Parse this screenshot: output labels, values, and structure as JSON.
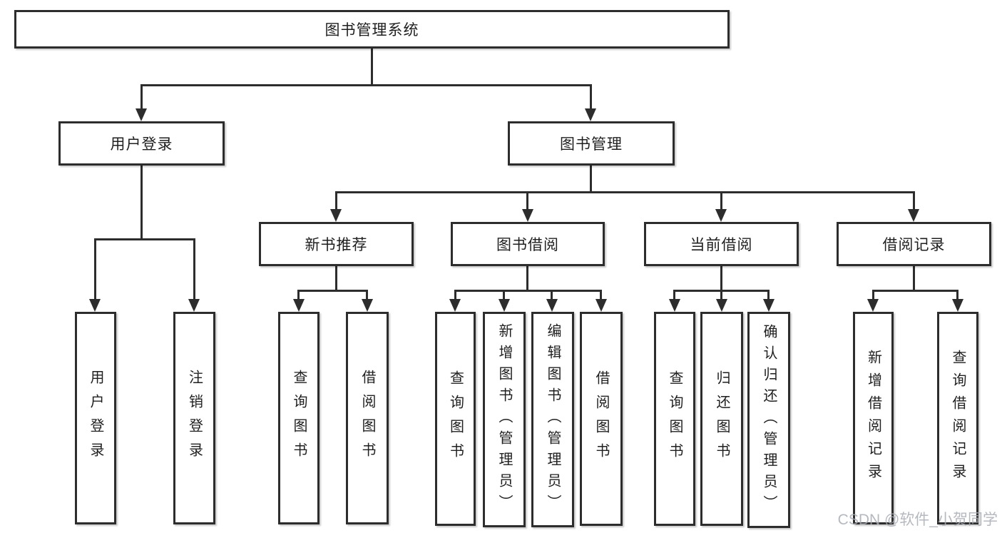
{
  "colors": {
    "line": "#2d2d2d",
    "text": "#1f1f1f",
    "watermark_color": "#a9adb5",
    "background": "#ffffff"
  },
  "nodes": {
    "root": "图书管理系统",
    "level2": [
      "用户登录",
      "图书管理"
    ],
    "level3": [
      "新书推荐",
      "图书借阅",
      "当前借阅",
      "借阅记录"
    ],
    "leaves_user_login": [
      "用户登录",
      "注销登录"
    ],
    "leaves_new_book": [
      "查询图书",
      "借阅图书"
    ],
    "leaves_book_borrow": [
      "查询图书",
      "新增图书（管理员）",
      "编辑图书（管理员）",
      "借阅图书"
    ],
    "leaves_current_borrow": [
      "查询图书",
      "归还图书",
      "确认归还（管理员）"
    ],
    "leaves_borrow_record": [
      "新增借阅记录",
      "查询借阅记录"
    ]
  },
  "watermark": "CSDN @软件_小贺同学"
}
